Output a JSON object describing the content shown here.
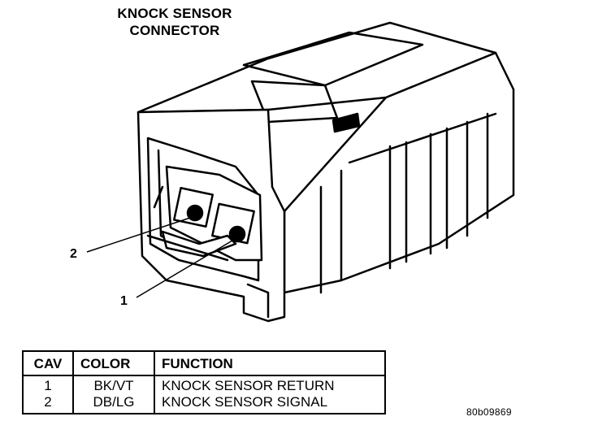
{
  "title": {
    "line1": "KNOCK SENSOR",
    "line2": "CONNECTOR"
  },
  "callouts": {
    "pin2": "2",
    "pin1": "1"
  },
  "table": {
    "headers": {
      "cav": "CAV",
      "color": "COLOR",
      "function": "FUNCTION"
    },
    "rows": [
      {
        "cav": "1",
        "color": "BK/VT",
        "function": "KNOCK SENSOR RETURN"
      },
      {
        "cav": "2",
        "color": "DB/LG",
        "function": "KNOCK SENSOR SIGNAL"
      }
    ]
  },
  "figure_ref": "80b09869"
}
